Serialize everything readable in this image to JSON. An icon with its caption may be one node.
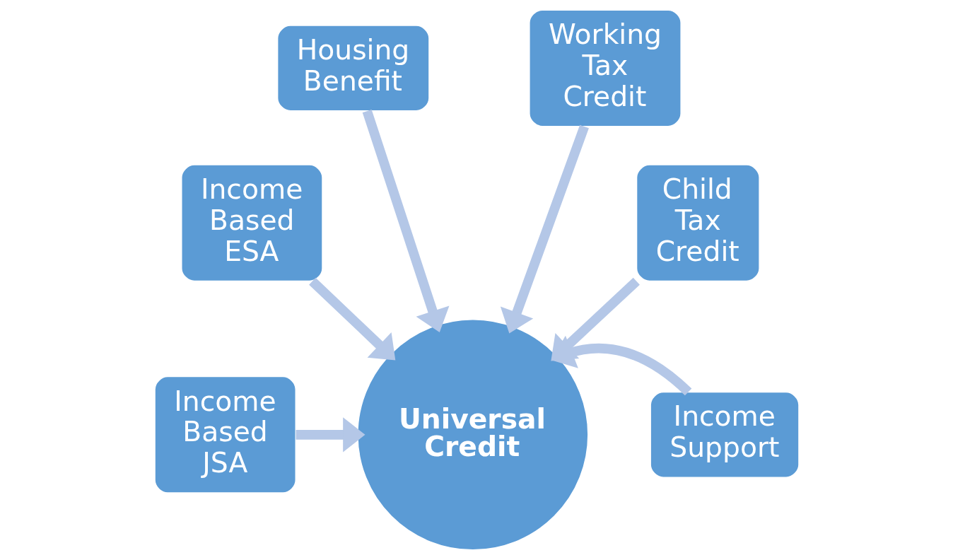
{
  "diagram": {
    "nodes": [
      {
        "text": [
          "Housing Benefit"
        ]
      },
      {
        "text": [
          "Working Tax Credit"
        ]
      },
      {
        "text": [
          "Income Based ESA"
        ]
      },
      {
        "text": [
          "Child Tax Credit"
        ]
      },
      {
        "text": [
          "Income Based JSA"
        ]
      },
      {
        "text": [
          "Universal Credit"
        ]
      },
      {
        "text": [
          "Income Support"
        ]
      }
    ],
    "edges": [
      {
        "from": 4,
        "to": 5,
        "arrow": "to"
      },
      {
        "from": 2,
        "to": 5,
        "arrow": "to"
      },
      {
        "from": 0,
        "to": 5,
        "arrow": "to"
      },
      {
        "from": 1,
        "to": 5,
        "arrow": "to"
      },
      {
        "from": 3,
        "to": 5,
        "arrow": "to"
      },
      {
        "from": 6,
        "to": 5,
        "arrow": "to"
      }
    ]
  }
}
